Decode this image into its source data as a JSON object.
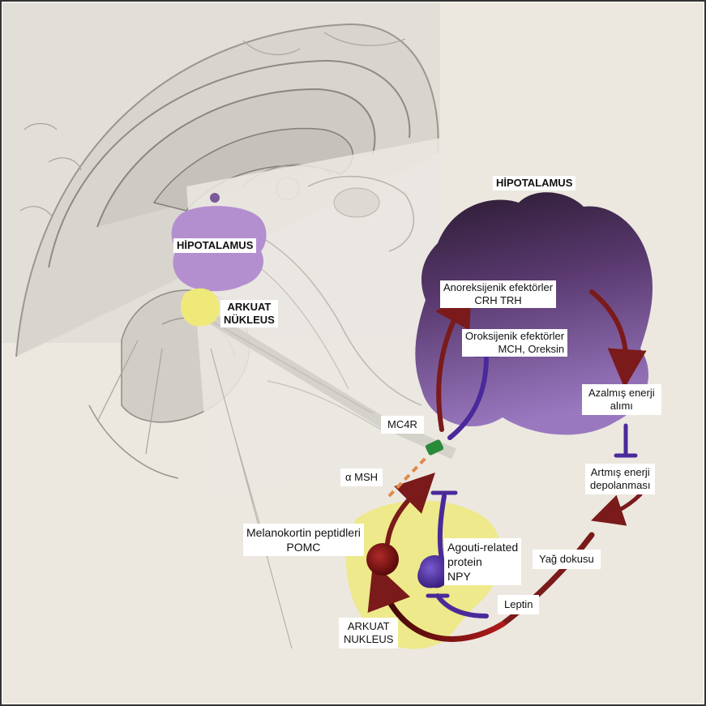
{
  "colors": {
    "hypothalamus_purple": "#6a4a80",
    "hypothalamus_light": "#b48fcf",
    "arcuate_yellow": "#efe97a",
    "stimulation_arrow": "#7a1a1a",
    "inhibition_arrow": "#4a2a9a",
    "mc4r_green": "#2a8a3a",
    "background": "#ece8e0"
  },
  "labels": {
    "hypothalamus_left": "HİPOTALAMUS",
    "arcuate_left_1": "ARKUAT",
    "arcuate_left_2": "NÜKLEUS",
    "hypothalamus_right": "HİPOTALAMUS",
    "anorexigenic_1": "Anoreksijenik efektörler",
    "anorexigenic_2": "CRH  TRH",
    "orexigenic_1": "Oroksijenik efektörler",
    "orexigenic_2": "MCH, Oreksin",
    "decreased_intake_1": "Azalmış enerji",
    "decreased_intake_2": "alımı",
    "increased_storage_1": "Artmış  enerji",
    "increased_storage_2": "depolanması",
    "mc4r": "MC4R",
    "alpha_msh": "α MSH",
    "melanocortin_1": "Melanokortin peptidleri",
    "melanocortin_2": "POMC",
    "agrp_1": "Agouti-related",
    "agrp_2": "protein",
    "agrp_3": "NPY",
    "adipose": "Yağ dokusu",
    "leptin": "Leptin",
    "arcuate_bottom_1": "ARKUAT",
    "arcuate_bottom_2": "NUKLEUS"
  }
}
